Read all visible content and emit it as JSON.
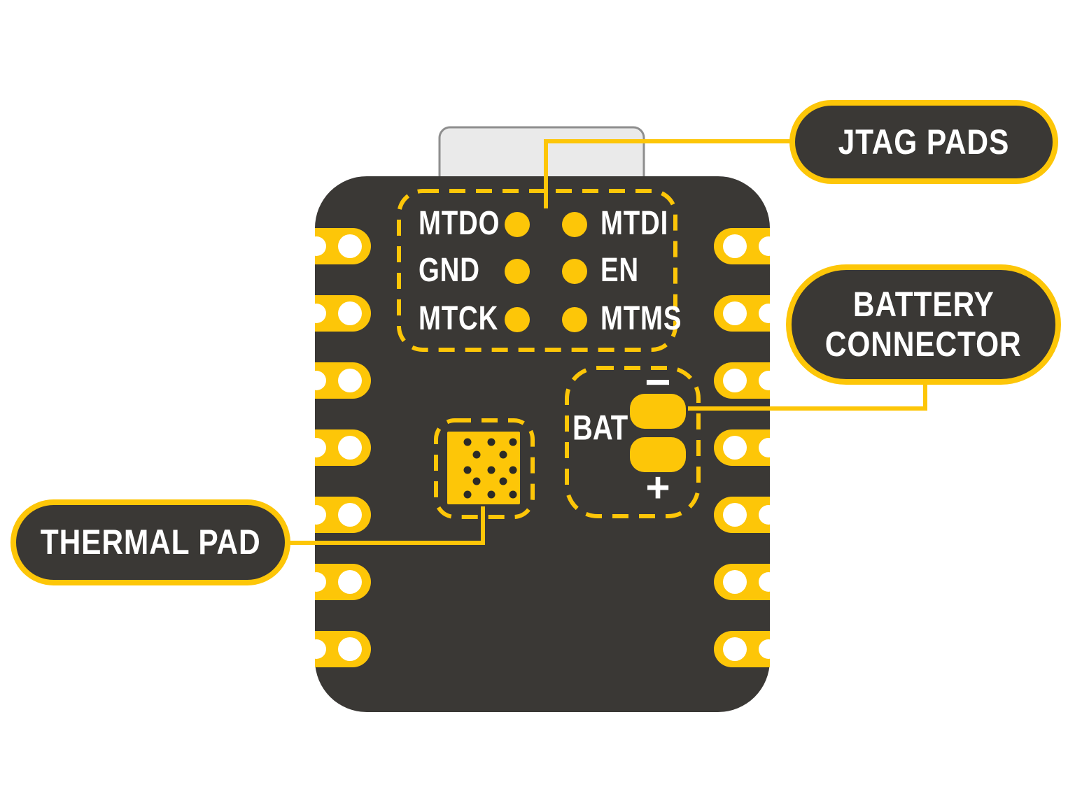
{
  "board": {
    "jtag": {
      "rows": [
        {
          "left": "MTDO",
          "right": "MTDI"
        },
        {
          "left": "GND",
          "right": "EN"
        },
        {
          "left": "MTCK",
          "right": "MTMS"
        }
      ]
    },
    "battery": {
      "label": "BAT",
      "minus": "−",
      "plus": "+"
    }
  },
  "callouts": {
    "jtag": "JTAG PADS",
    "battery": [
      "BATTERY",
      "CONNECTOR"
    ],
    "thermal": "THERMAL PAD"
  },
  "colors": {
    "pad_yellow": "#FDC608",
    "board_dark": "#3A3835",
    "label_white": "#FFFFFF",
    "usb_fill": "#EAEAEA",
    "usb_border": "#8E8E8E",
    "background": "#FFFFFF"
  }
}
